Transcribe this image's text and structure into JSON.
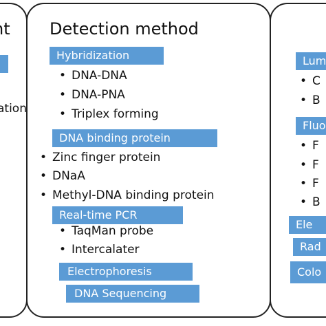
{
  "left_panel": {
    "title_fragment": "nt",
    "text_fragment": "ation"
  },
  "center_panel": {
    "title": "Detection method",
    "sections": [
      {
        "label": "Hybridization",
        "items": [
          "DNA-DNA",
          "DNA-PNA",
          "Triplex forming"
        ]
      },
      {
        "label": "DNA binding protein",
        "items": [
          "Zinc finger protein",
          "DNaA",
          "Methyl-DNA binding protein"
        ]
      },
      {
        "label": "Real-time PCR",
        "items": [
          "TaqMan probe",
          "Intercalater"
        ]
      },
      {
        "label": "Electrophoresis",
        "items": []
      },
      {
        "label": "DNA Sequencing",
        "items": []
      }
    ]
  },
  "right_panel": {
    "bars": [
      "Lum",
      "Fluo",
      "Ele",
      "Rad",
      "Colo"
    ],
    "bullets": [
      "C",
      "B",
      "F",
      "F",
      "F",
      "B"
    ]
  },
  "colors": {
    "bar": "#5b9bd5",
    "bar_text": "#ffffff",
    "border": "#222222"
  }
}
